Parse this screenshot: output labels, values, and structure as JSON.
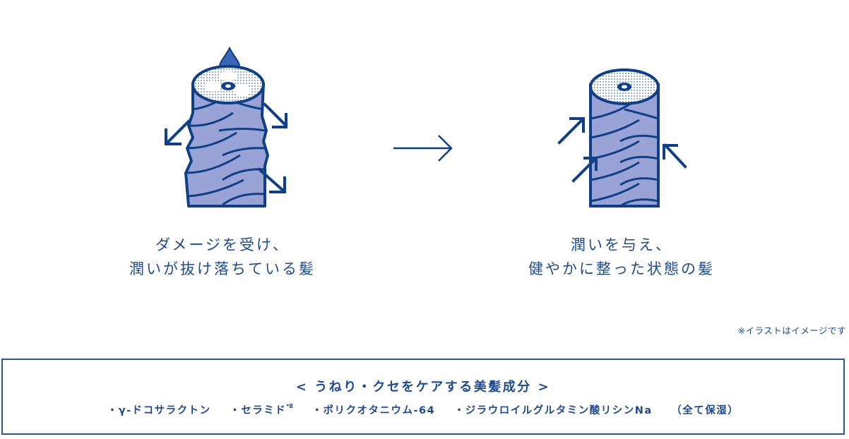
{
  "illustrations": {
    "damaged_label_line1": "ダメージを受け、",
    "damaged_label_line2": "潤いが抜け落ちている髪",
    "healthy_label_line1": "潤いを与え、",
    "healthy_label_line2": "健やかに整った状態の髪"
  },
  "note": "※イラストはイメージです",
  "ingredients": {
    "heading": "< うねり・クセをケアする美髪成分 >",
    "items": [
      {
        "label": "・γ-ドコサラクトン",
        "sup": ""
      },
      {
        "label": "・セラミド",
        "sup": "*8"
      },
      {
        "label": "・ポリクオタニウム-64",
        "sup": ""
      },
      {
        "label": "・ジラウロイルグルタミン酸リシンNa",
        "sup": ""
      }
    ],
    "suffix": "（全て保湿）"
  },
  "colors": {
    "primary": "#1f4a8c",
    "hair_fill": "#9aa3d6",
    "stroke": "#0f3f86"
  }
}
